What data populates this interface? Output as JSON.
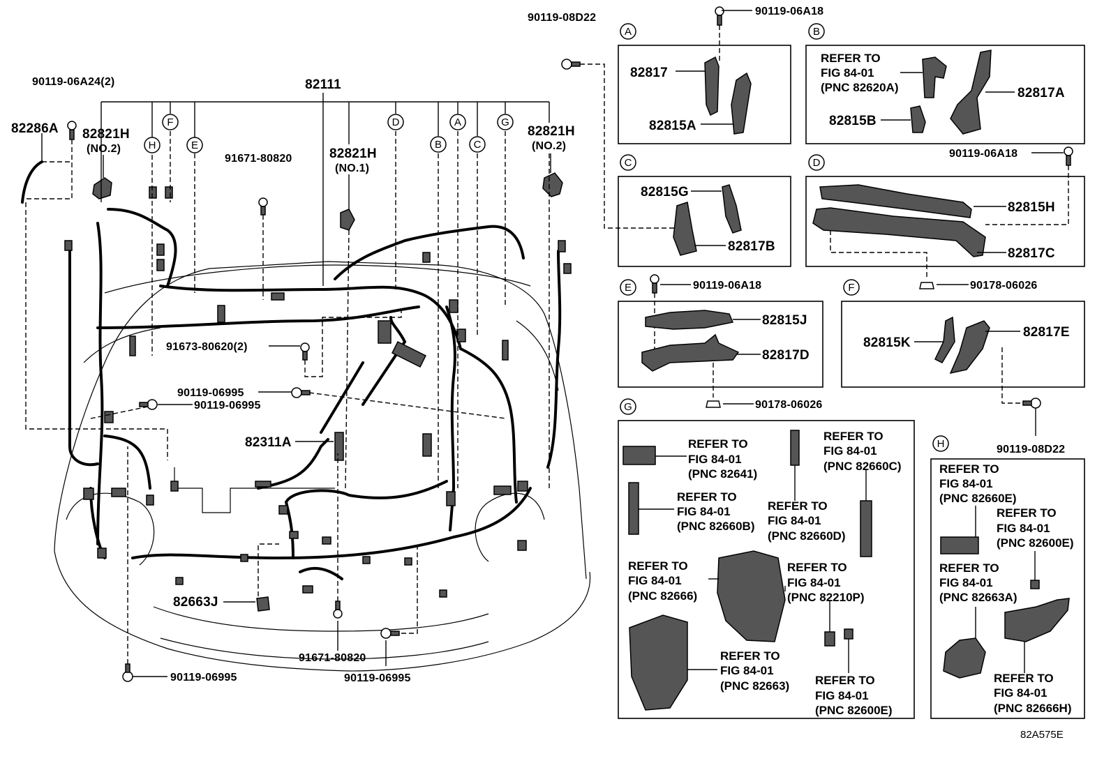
{
  "figure_code": "82A575E",
  "main": {
    "harness_label": "82111",
    "labels": [
      {
        "id": "p_90119_08D22_top",
        "text": "90119-08D22"
      },
      {
        "id": "p_90119_06A18_top",
        "text": "90119-06A18"
      },
      {
        "id": "p_90119_06A24",
        "text": "90119-06A24(2)"
      },
      {
        "id": "p_82286A",
        "text": "82286A"
      },
      {
        "id": "p_82821H_l",
        "text": "82821H"
      },
      {
        "id": "p_82821H_l_sub",
        "text": "(NO.2)"
      },
      {
        "id": "p_91671_80820_top",
        "text": "91671-80820"
      },
      {
        "id": "p_82821H_m",
        "text": "82821H"
      },
      {
        "id": "p_82821H_m_sub",
        "text": "(NO.1)"
      },
      {
        "id": "p_82821H_r",
        "text": "82821H"
      },
      {
        "id": "p_82821H_r_sub",
        "text": "(NO.2)"
      },
      {
        "id": "p_91673",
        "text": "91673-80620(2)"
      },
      {
        "id": "p_90119_06995_a",
        "text": "90119-06995"
      },
      {
        "id": "p_90119_06995_b",
        "text": "90119-06995"
      },
      {
        "id": "p_82311A",
        "text": "82311A"
      },
      {
        "id": "p_82663J",
        "text": "82663J"
      },
      {
        "id": "p_91671_80820_bot",
        "text": "91671-80820"
      },
      {
        "id": "p_90119_06995_c",
        "text": "90119-06995"
      },
      {
        "id": "p_90119_06995_d",
        "text": "90119-06995"
      }
    ],
    "callouts": [
      "H",
      "F",
      "E",
      "D",
      "B",
      "A",
      "C",
      "G"
    ]
  },
  "panels": {
    "A": {
      "letter": "A",
      "parts": [
        "82817",
        "82815A"
      ]
    },
    "B": {
      "letter": "B",
      "refer": [
        "REFER TO",
        "FIG 84-01",
        "(PNC 82620A)"
      ],
      "parts": [
        "82817A",
        "82815B"
      ]
    },
    "C": {
      "letter": "C",
      "parts": [
        "82815G",
        "82817B"
      ]
    },
    "D": {
      "letter": "D",
      "parts": [
        "82815H",
        "82817C"
      ],
      "outside": [
        "90119-06A18",
        "90178-06026"
      ]
    },
    "E": {
      "letter": "E",
      "parts": [
        "82815J",
        "82817D"
      ],
      "outside": [
        "90119-06A18",
        "90178-06026"
      ]
    },
    "F": {
      "letter": "F",
      "parts": [
        "82815K",
        "82817E"
      ],
      "outside": [
        "90119-08D22"
      ]
    },
    "G": {
      "letter": "G",
      "refs": [
        [
          "REFER TO",
          "FIG 84-01",
          "(PNC 82641)"
        ],
        [
          "REFER TO",
          "FIG 84-01",
          "(PNC 82660C)"
        ],
        [
          "REFER TO",
          "FIG 84-01",
          "(PNC 82660B)"
        ],
        [
          "REFER TO",
          "FIG 84-01",
          "(PNC 82660D)"
        ],
        [
          "REFER TO",
          "FIG 84-01",
          "(PNC 82666)"
        ],
        [
          "REFER TO",
          "FIG 84-01",
          "(PNC 82210P)"
        ],
        [
          "REFER TO",
          "FIG 84-01",
          "(PNC 82663)"
        ],
        [
          "REFER TO",
          "FIG 84-01",
          "(PNC 82600E)"
        ]
      ]
    },
    "H": {
      "letter": "H",
      "refs": [
        [
          "REFER TO",
          "FIG 84-01",
          "(PNC 82660E)"
        ],
        [
          "REFER TO",
          "FIG 84-01",
          "(PNC 82600E)"
        ],
        [
          "REFER TO",
          "FIG 84-01",
          "(PNC 82663A)"
        ],
        [
          "REFER TO",
          "FIG 84-01",
          "(PNC 82666H)"
        ]
      ]
    }
  }
}
